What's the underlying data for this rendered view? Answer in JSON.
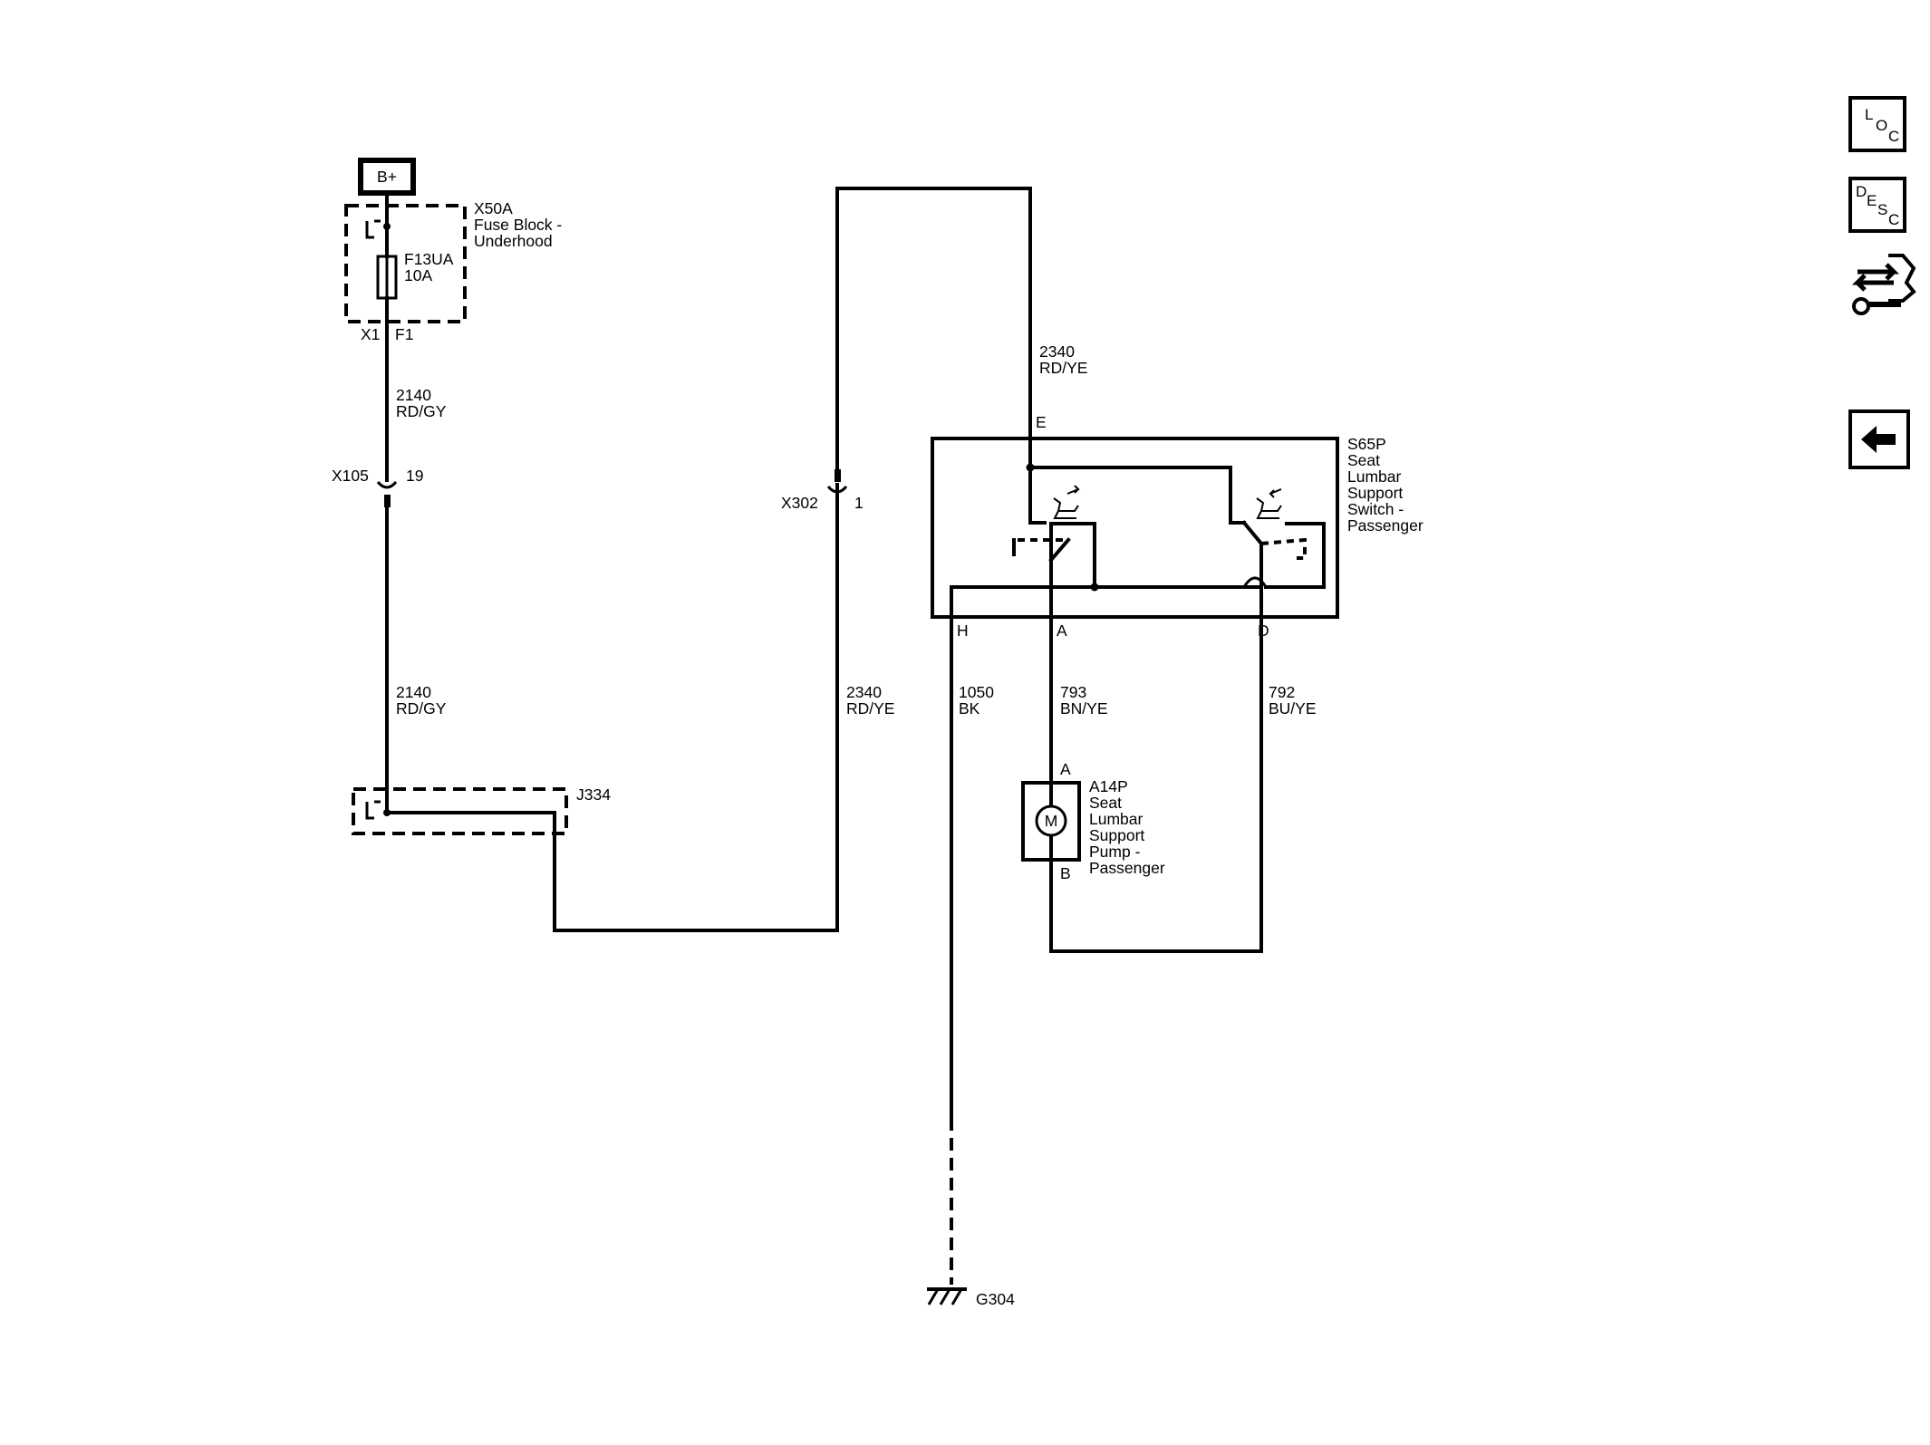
{
  "power": {
    "label": "B+"
  },
  "fuse_block": {
    "name": "X50A",
    "desc_line1": "Fuse Block -",
    "desc_line2": "Underhood",
    "fuse_name": "F13UA",
    "fuse_rating": "10A",
    "pin_left": "X1",
    "pin_right": "F1"
  },
  "wires": {
    "w2140_upper": {
      "circuit": "2140",
      "color": "RD/GY"
    },
    "w2140_lower": {
      "circuit": "2140",
      "color": "RD/GY"
    },
    "w2340_upper": {
      "circuit": "2340",
      "color": "RD/YE"
    },
    "w2340_lower": {
      "circuit": "2340",
      "color": "RD/YE"
    },
    "w1050": {
      "circuit": "1050",
      "color": "BK"
    },
    "w793": {
      "circuit": "793",
      "color": "BN/YE"
    },
    "w792": {
      "circuit": "792",
      "color": "BU/YE"
    }
  },
  "connectors": {
    "x105": {
      "name": "X105",
      "pin": "19"
    },
    "x302": {
      "name": "X302",
      "pin": "1"
    }
  },
  "splice": {
    "name": "J334"
  },
  "switch": {
    "name": "S65P",
    "lines": [
      "Seat",
      "Lumbar",
      "Support",
      "Switch -",
      "Passenger"
    ],
    "pin_e": "E",
    "pin_h": "H",
    "pin_a": "A",
    "pin_d": "D"
  },
  "pump": {
    "name": "A14P",
    "lines": [
      "Seat",
      "Lumbar",
      "Support",
      "Pump -",
      "Passenger"
    ],
    "pin_a": "A",
    "pin_b": "B",
    "motor_symbol": "M"
  },
  "ground": {
    "name": "G304"
  },
  "nav_buttons": {
    "loc": [
      "L",
      "O",
      "C"
    ],
    "desc": [
      "D",
      "E",
      "S",
      "C"
    ]
  },
  "icons": {
    "loc": "loc-icon",
    "desc": "desc-icon",
    "connector_diag": "connector-wrench-icon",
    "back": "back-arrow-icon"
  }
}
